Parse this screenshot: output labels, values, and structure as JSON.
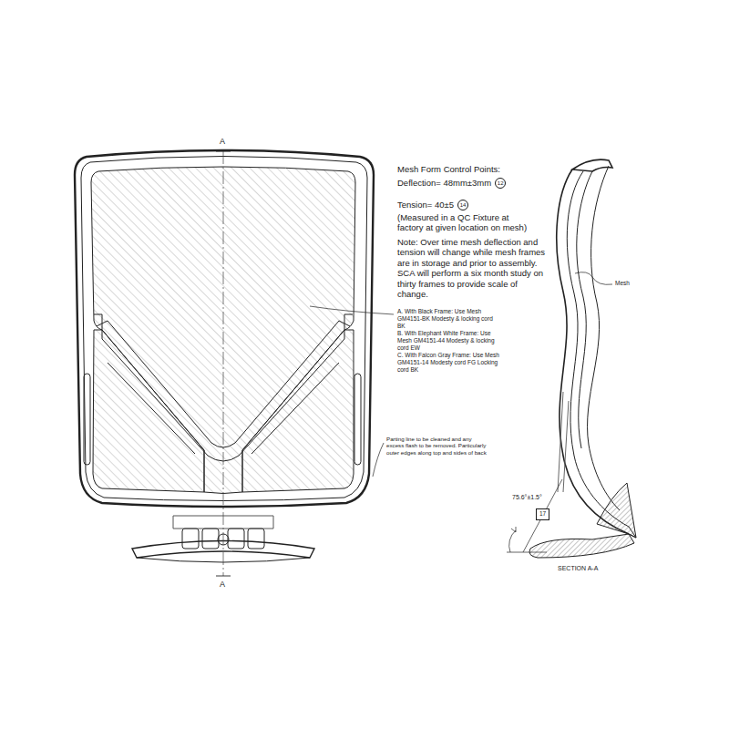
{
  "diagram": {
    "nodes": [
      {
        "text": [
          "12"
        ]
      },
      {
        "text": [
          "14"
        ]
      },
      {
        "text": [
          "17"
        ]
      }
    ],
    "labels": [
      "A",
      "A",
      "Mesh Form Control Points:",
      "Deflection= 48mm±3mm",
      "Tension= 40±5",
      "(Measured in a QC Fixture at factory at given location on mesh)",
      "Note: Over time mesh deflection and tension will change while mesh frames are in storage and prior to assembly. SCA will perform a six month study on thirty frames to provide scale of change.",
      "A. With Black Frame: Use Mesh GM4151-BK Modesty & locking cord BK",
      "B. With Elephant White Frame: Use Mesh GM4151-44 Modesty & locking cord EW",
      "C. With Falcon Gray Frame: Use Mesh GM4151-14 Modesty cord FG Locking cord BK",
      "Parting line to be cleaned and any excess flash to be removed. Particularly outer edges along top and sides of back",
      "Mesh",
      "75.6°±1.5°",
      "SECTION A-A"
    ]
  }
}
